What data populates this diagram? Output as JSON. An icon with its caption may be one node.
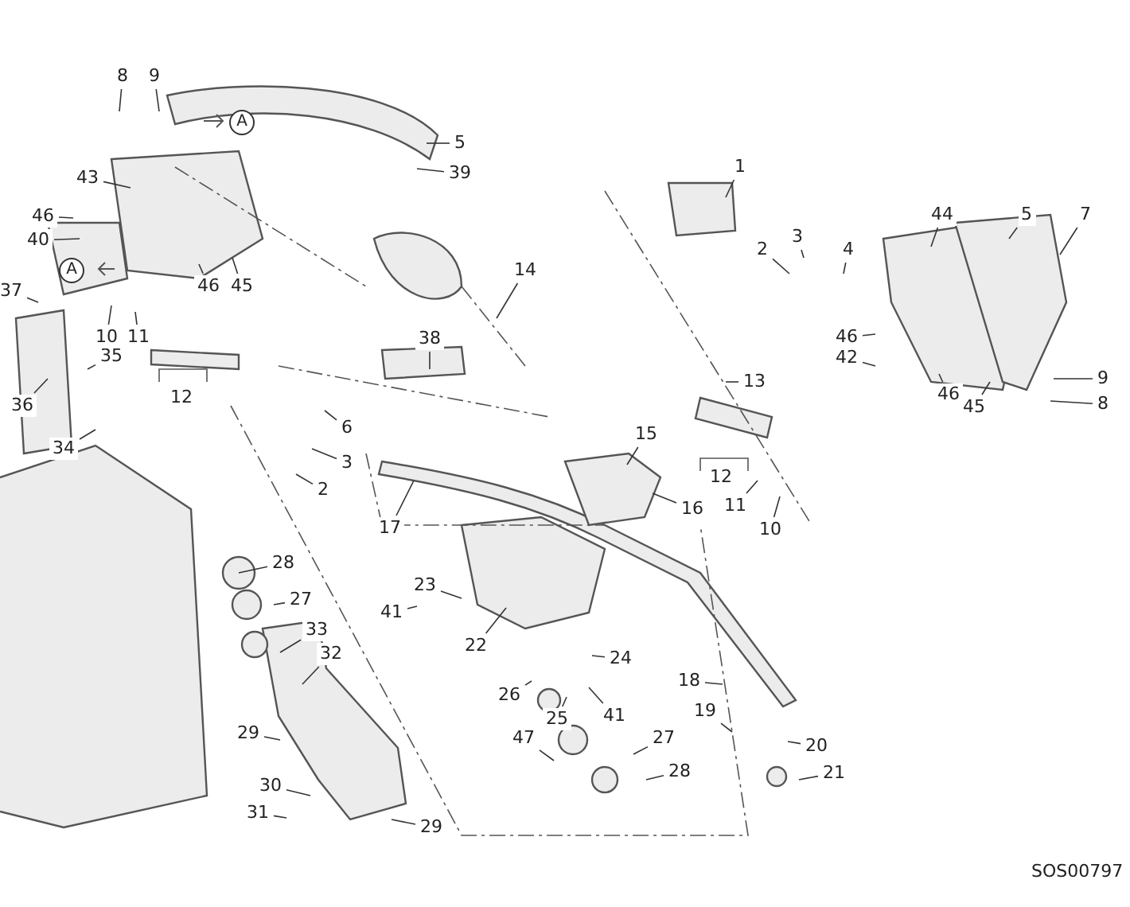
{
  "diagram": {
    "nodes": [
      {
        "text": [
          "1"
        ]
      },
      {
        "text": [
          "2"
        ]
      },
      {
        "text": [
          "3"
        ]
      },
      {
        "text": [
          "4"
        ]
      },
      {
        "text": [
          "5"
        ]
      },
      {
        "text": [
          "7"
        ]
      },
      {
        "text": [
          "44"
        ]
      },
      {
        "text": [
          "46"
        ]
      },
      {
        "text": [
          "42"
        ]
      },
      {
        "text": [
          "46"
        ]
      },
      {
        "text": [
          "45"
        ]
      },
      {
        "text": [
          "9"
        ]
      },
      {
        "text": [
          "8"
        ]
      },
      {
        "text": [
          "13"
        ]
      },
      {
        "text": [
          "15"
        ]
      },
      {
        "text": [
          "16"
        ]
      },
      {
        "text": [
          "11"
        ]
      },
      {
        "text": [
          "10"
        ]
      },
      {
        "text": [
          "14"
        ]
      },
      {
        "text": [
          "38"
        ]
      },
      {
        "text": [
          "6"
        ]
      },
      {
        "text": [
          "3"
        ]
      },
      {
        "text": [
          "2"
        ]
      },
      {
        "text": [
          "17"
        ]
      },
      {
        "text": [
          "41"
        ]
      },
      {
        "text": [
          "23"
        ]
      },
      {
        "text": [
          "22"
        ]
      },
      {
        "text": [
          "26"
        ]
      },
      {
        "text": [
          "25"
        ]
      },
      {
        "text": [
          "24"
        ]
      },
      {
        "text": [
          "41"
        ]
      },
      {
        "text": [
          "47"
        ]
      },
      {
        "text": [
          "27"
        ]
      },
      {
        "text": [
          "28"
        ]
      },
      {
        "text": [
          "18"
        ]
      },
      {
        "text": [
          "19"
        ]
      },
      {
        "text": [
          "20"
        ]
      },
      {
        "text": [
          "21"
        ]
      },
      {
        "text": [
          "29"
        ]
      },
      {
        "text": [
          "30"
        ]
      },
      {
        "text": [
          "31"
        ]
      },
      {
        "text": [
          "29"
        ]
      },
      {
        "text": [
          "32"
        ]
      },
      {
        "text": [
          "33"
        ]
      },
      {
        "text": [
          "27"
        ]
      },
      {
        "text": [
          "28"
        ]
      },
      {
        "text": [
          "34"
        ]
      },
      {
        "text": [
          "36"
        ]
      },
      {
        "text": [
          "35"
        ]
      },
      {
        "text": [
          "37"
        ]
      },
      {
        "text": [
          "10"
        ]
      },
      {
        "text": [
          "11"
        ]
      },
      {
        "text": [
          "40"
        ]
      },
      {
        "text": [
          "46"
        ]
      },
      {
        "text": [
          "43"
        ]
      },
      {
        "text": [
          "9"
        ]
      },
      {
        "text": [
          "8"
        ]
      },
      {
        "text": [
          "5"
        ]
      },
      {
        "text": [
          "39"
        ]
      },
      {
        "text": [
          "46"
        ]
      },
      {
        "text": [
          "45"
        ]
      }
    ],
    "edges": [
      {
        "from": 0,
        "to": null,
        "arrow": "none"
      },
      {
        "from": 1,
        "to": null,
        "arrow": "none"
      },
      {
        "from": 2,
        "to": null,
        "arrow": "none"
      },
      {
        "from": 3,
        "to": null,
        "arrow": "none"
      },
      {
        "from": 4,
        "to": null,
        "arrow": "none"
      },
      {
        "from": 5,
        "to": null,
        "arrow": "none"
      },
      {
        "from": 6,
        "to": null,
        "arrow": "none"
      },
      {
        "from": 7,
        "to": null,
        "arrow": "none"
      },
      {
        "from": 8,
        "to": null,
        "arrow": "none"
      },
      {
        "from": 9,
        "to": null,
        "arrow": "none"
      },
      {
        "from": 10,
        "to": null,
        "arrow": "none"
      },
      {
        "from": 11,
        "to": null,
        "arrow": "none"
      },
      {
        "from": 12,
        "to": null,
        "arrow": "none"
      },
      {
        "from": 13,
        "to": null,
        "arrow": "none"
      },
      {
        "from": 14,
        "to": null,
        "arrow": "none"
      },
      {
        "from": 15,
        "to": null,
        "arrow": "none"
      },
      {
        "from": 16,
        "to": null,
        "arrow": "none"
      },
      {
        "from": 17,
        "to": null,
        "arrow": "none"
      },
      {
        "from": 18,
        "to": null,
        "arrow": "none"
      },
      {
        "from": 19,
        "to": null,
        "arrow": "none"
      },
      {
        "from": 20,
        "to": null,
        "arrow": "none"
      },
      {
        "from": 21,
        "to": null,
        "arrow": "none"
      },
      {
        "from": 22,
        "to": null,
        "arrow": "none"
      },
      {
        "from": 23,
        "to": null,
        "arrow": "none"
      },
      {
        "from": 24,
        "to": null,
        "arrow": "none"
      },
      {
        "from": 25,
        "to": null,
        "arrow": "none"
      },
      {
        "from": 26,
        "to": null,
        "arrow": "none"
      },
      {
        "from": 27,
        "to": null,
        "arrow": "none"
      },
      {
        "from": 28,
        "to": null,
        "arrow": "none"
      },
      {
        "from": 29,
        "to": null,
        "arrow": "none"
      },
      {
        "from": 30,
        "to": null,
        "arrow": "none"
      },
      {
        "from": 31,
        "to": null,
        "arrow": "none"
      },
      {
        "from": 32,
        "to": null,
        "arrow": "none"
      },
      {
        "from": 33,
        "to": null,
        "arrow": "none"
      },
      {
        "from": 34,
        "to": null,
        "arrow": "none"
      },
      {
        "from": 35,
        "to": null,
        "arrow": "none"
      },
      {
        "from": 36,
        "to": null,
        "arrow": "none"
      },
      {
        "from": 37,
        "to": null,
        "arrow": "none"
      },
      {
        "from": 38,
        "to": null,
        "arrow": "none"
      },
      {
        "from": 39,
        "to": null,
        "arrow": "none"
      },
      {
        "from": 40,
        "to": null,
        "arrow": "none"
      },
      {
        "from": 41,
        "to": null,
        "arrow": "none"
      },
      {
        "from": 42,
        "to": null,
        "arrow": "none"
      },
      {
        "from": 43,
        "to": null,
        "arrow": "none"
      },
      {
        "from": 44,
        "to": null,
        "arrow": "none"
      },
      {
        "from": 45,
        "to": null,
        "arrow": "none"
      },
      {
        "from": 46,
        "to": null,
        "arrow": "none"
      },
      {
        "from": 47,
        "to": null,
        "arrow": "none"
      },
      {
        "from": 48,
        "to": null,
        "arrow": "none"
      },
      {
        "from": 49,
        "to": null,
        "arrow": "none"
      },
      {
        "from": 50,
        "to": null,
        "arrow": "none"
      },
      {
        "from": 51,
        "to": null,
        "arrow": "none"
      },
      {
        "from": 52,
        "to": null,
        "arrow": "none"
      },
      {
        "from": 53,
        "to": null,
        "arrow": "none"
      },
      {
        "from": 54,
        "to": null,
        "arrow": "none"
      },
      {
        "from": 55,
        "to": null,
        "arrow": "none"
      },
      {
        "from": 56,
        "to": null,
        "arrow": "none"
      },
      {
        "from": 57,
        "to": null,
        "arrow": "none"
      },
      {
        "from": 58,
        "to": null,
        "arrow": "none"
      },
      {
        "from": 59,
        "to": null,
        "arrow": "none"
      },
      {
        "from": 60,
        "to": null,
        "arrow": "none"
      }
    ],
    "labels": [
      "A",
      "A",
      "12",
      "12",
      "SOS00797"
    ]
  }
}
